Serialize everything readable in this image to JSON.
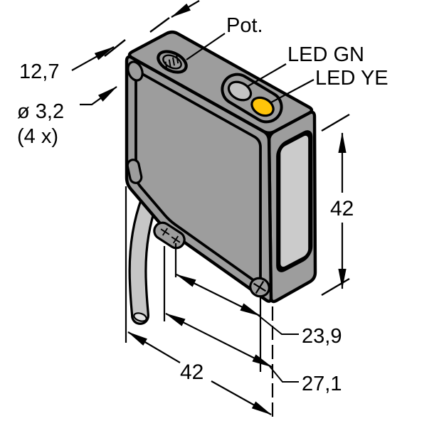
{
  "drawing": {
    "labels": {
      "width_top": "12,7",
      "hole_dia": "ø 3,2",
      "hole_count": "(4 x)",
      "pot": "Pot.",
      "led_green": "LED GN",
      "led_yellow": "LED YE",
      "height_right": "42",
      "dim_lens_axis": "23,9",
      "dim_corner": "27,1",
      "depth_bottom": "42"
    },
    "colors": {
      "background": "#ffffff",
      "outline": "#000000",
      "body": "#9d9d9d",
      "lens": "#cbcbcb",
      "cable": "#c6c6c6",
      "cable_tip": "#e4e4e4",
      "led_green_fill": "#c3c3c3",
      "led_yellow_fill": "#ffc40a"
    }
  }
}
